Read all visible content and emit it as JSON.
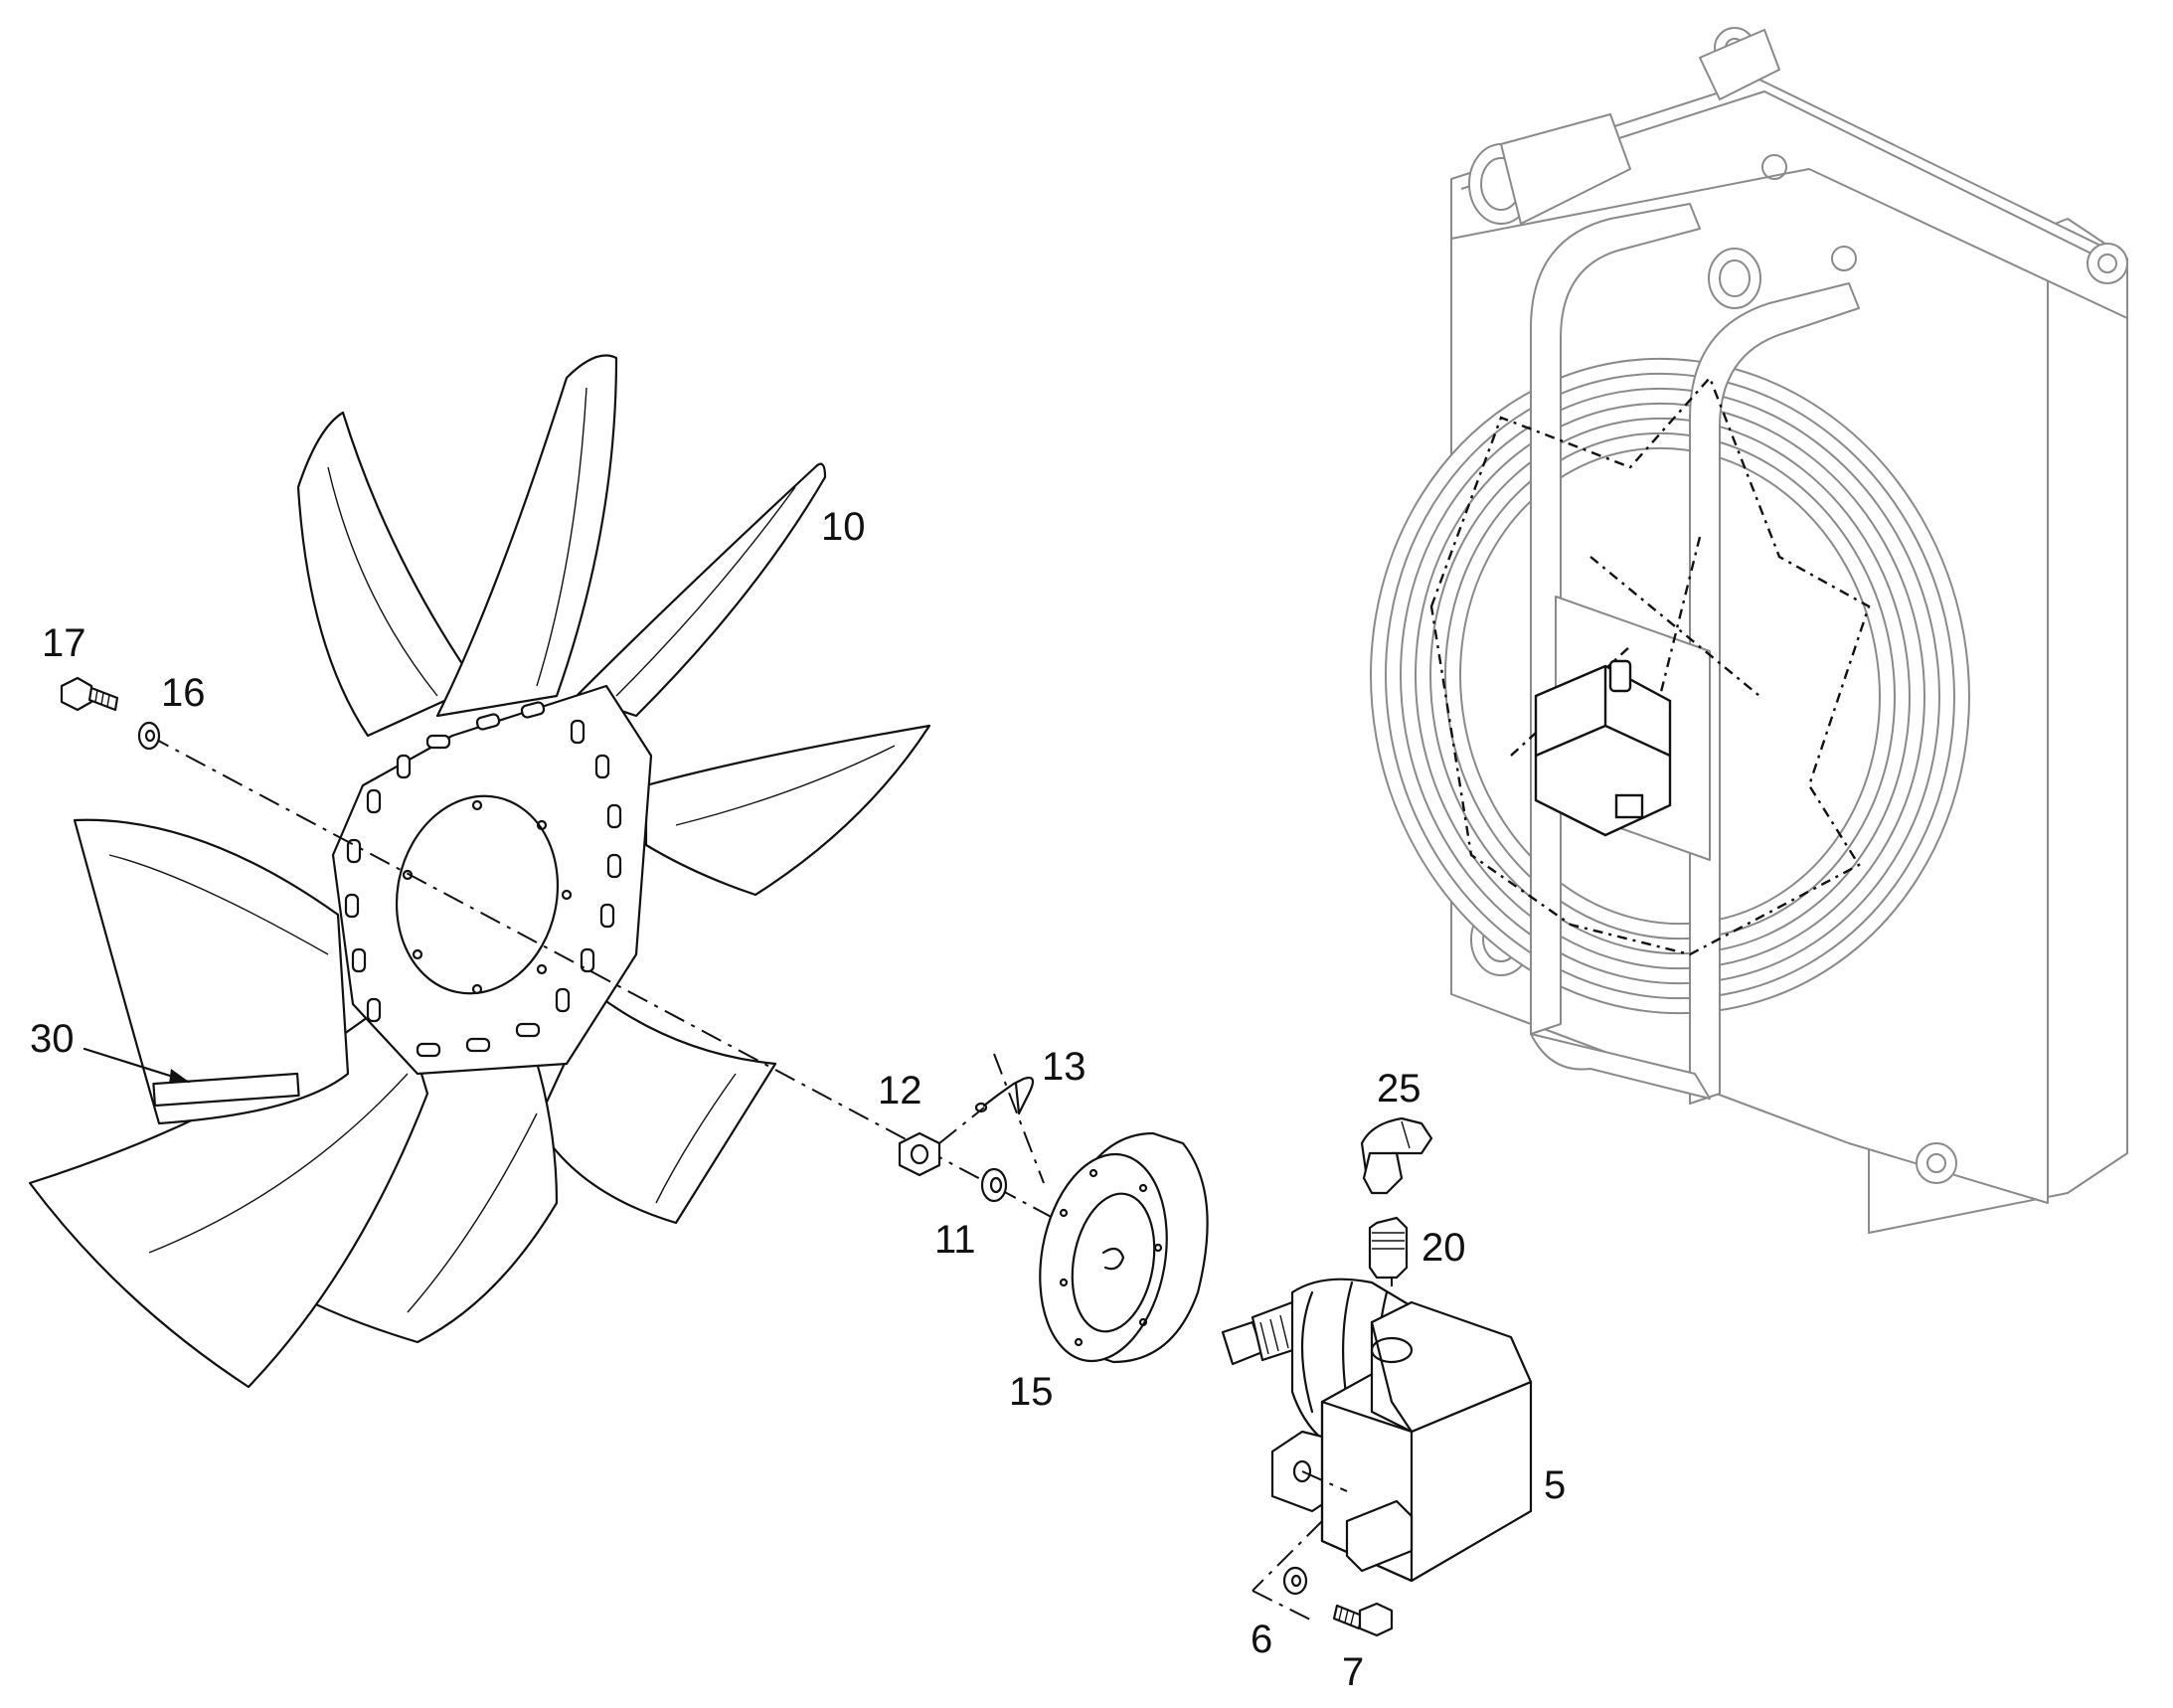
{
  "callouts": {
    "c5": "5",
    "c6": "6",
    "c7": "7",
    "c10": "10",
    "c11": "11",
    "c12": "12",
    "c13": "13",
    "c15": "15",
    "c16": "16",
    "c17": "17",
    "c20": "20",
    "c25": "25",
    "c30": "30"
  },
  "colors": {
    "linework": "#111111",
    "context_linework": "#8a8a8a",
    "background": "#ffffff"
  }
}
